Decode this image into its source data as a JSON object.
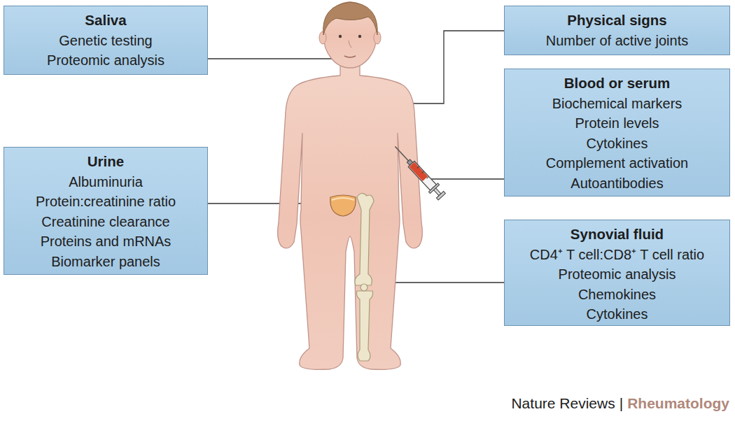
{
  "diagram": {
    "nodes": [
      {
        "text": [
          "Saliva",
          "Genetic testing",
          "Proteomic analysis"
        ]
      },
      {
        "text": [
          "Physical signs",
          "Number of active joints"
        ]
      },
      {
        "text": [
          "Blood or serum",
          "Biochemical markers",
          "Protein levels",
          "Cytokines",
          "Complement activation",
          "Autoantibodies"
        ]
      },
      {
        "text": [
          "Urine",
          "Albuminuria",
          "Protein:creatinine ratio",
          "Creatinine clearance",
          "Proteins and mRNAs",
          "Biomarker panels"
        ]
      },
      {
        "text": [
          "Synovial fluid",
          "CD4⁺ T cell:CD8⁺ T cell ratio",
          "Proteomic analysis",
          "Chemokines",
          "Cytokines"
        ]
      }
    ],
    "labels": [
      "Nature Reviews",
      "|",
      "Rheumatology"
    ]
  }
}
